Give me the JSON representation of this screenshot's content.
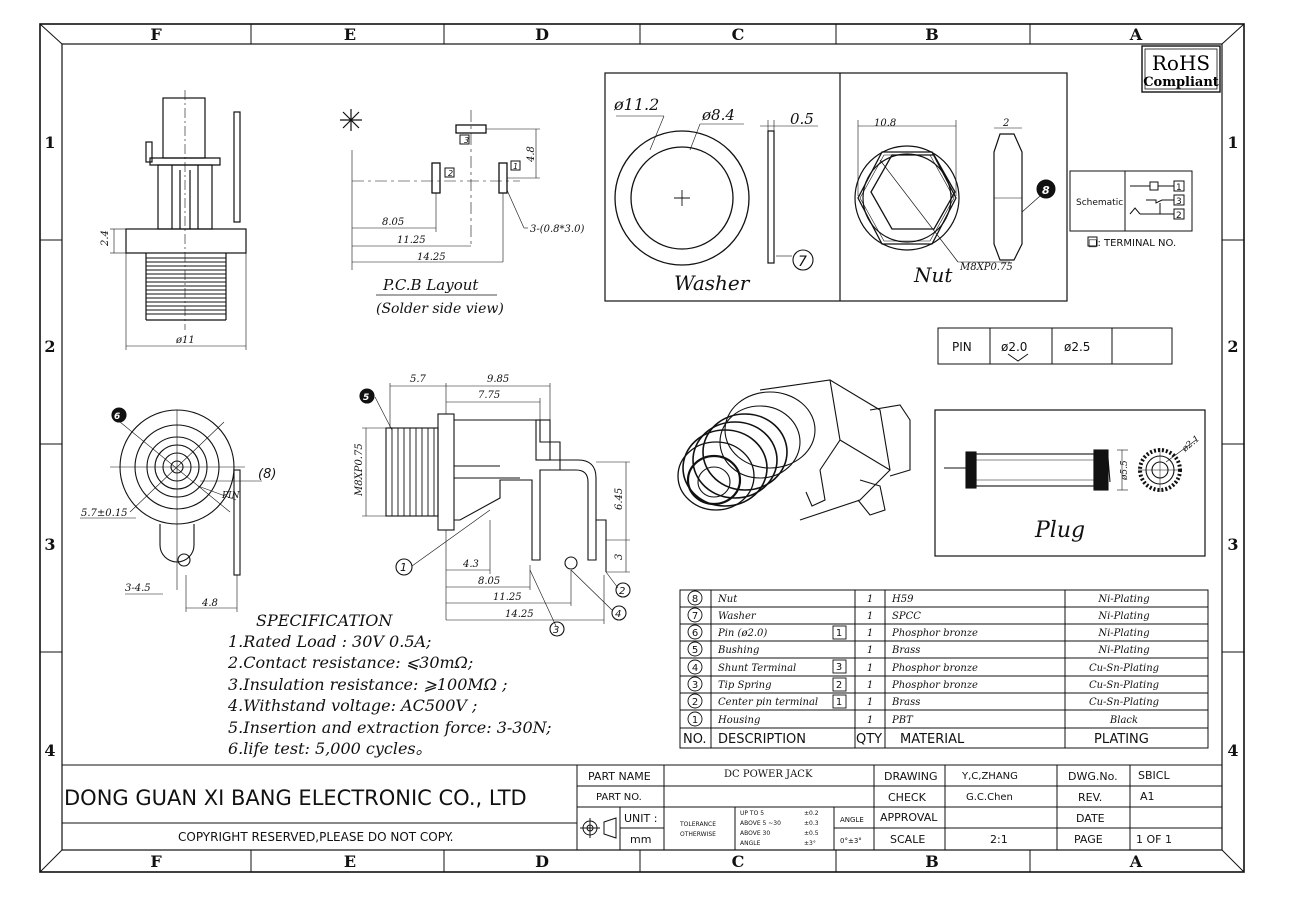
{
  "frame": {
    "columns_top": [
      "F",
      "E",
      "D",
      "C",
      "B",
      "A"
    ],
    "columns_bottom": [
      "F",
      "E",
      "D",
      "C",
      "B",
      "A"
    ],
    "rows_left": [
      "1",
      "2",
      "3",
      "4"
    ],
    "rows_right": [
      "1",
      "2",
      "3",
      "4"
    ]
  },
  "rohs": {
    "title": "RoHS",
    "subtitle": "Compliant"
  },
  "pcb": {
    "title": "P.C.B  Layout",
    "subtitle": "(Solder  side  view)",
    "dims": [
      "4.8",
      "8.05",
      "11.25",
      "14.25",
      "3-(0.8*3.0)"
    ],
    "pins": [
      "1",
      "2",
      "3"
    ]
  },
  "washer": {
    "label": "Washer",
    "dims": [
      "ø11.2",
      "ø8.4",
      "0.5"
    ],
    "callout": "7"
  },
  "nut": {
    "label": "Nut",
    "dims": [
      "10.8",
      "2",
      "M8XP0.75"
    ],
    "callout": "8"
  },
  "front_view": {
    "dims": [
      "2.4",
      "ø11"
    ]
  },
  "schematic": {
    "label": "Schematic",
    "pins": [
      "1",
      "3",
      "2"
    ],
    "legend": "□: TERMINAL NO."
  },
  "pin_table": {
    "cells": [
      "PIN",
      "ø2.0",
      "ø2.5",
      ""
    ]
  },
  "side_view": {
    "dims": [
      "5.7",
      "9.85",
      "7.75",
      "M8XP0.75",
      "6.45",
      "3",
      "4.3",
      "8.05",
      "11.25",
      "14.25"
    ],
    "callouts": [
      "5",
      "1",
      "2",
      "3",
      "4"
    ]
  },
  "bottom_view": {
    "dims": [
      "5.7±0.15",
      "3-4.5",
      "4.8"
    ],
    "labels": [
      "(8)",
      "PIN"
    ],
    "callout": "6"
  },
  "plug": {
    "label": "Plug",
    "dims": [
      "ø2.1",
      "ø5.5"
    ]
  },
  "spec": {
    "title": "SPECIFICATION",
    "items": [
      "1.Rated Load : 30V  0.5A;",
      "2.Contact resistance: ⩽30mΩ;",
      "3.Insulation resistance: ⩾100MΩ ;",
      "4.Withstand voltage: AC500V ;",
      "5.Insertion and extraction force: 3-30N;",
      "6.life test: 5,000 cycles。"
    ]
  },
  "bom": {
    "header": {
      "no": "NO.",
      "description": "DESCRIPTION",
      "qty": "QTY",
      "material": "MATERIAL",
      "plating": "PLATING"
    },
    "rows": [
      {
        "no": "8",
        "description": "Nut",
        "term": "",
        "qty": "1",
        "material": "H59",
        "plating": "Ni-Plating"
      },
      {
        "no": "7",
        "description": "Washer",
        "term": "",
        "qty": "1",
        "material": "SPCC",
        "plating": "Ni-Plating"
      },
      {
        "no": "6",
        "description": "Pin (ø2.0)",
        "term": "1",
        "qty": "1",
        "material": "Phosphor bronze",
        "plating": "Ni-Plating"
      },
      {
        "no": "5",
        "description": "Bushing",
        "term": "",
        "qty": "1",
        "material": "Brass",
        "plating": "Ni-Plating"
      },
      {
        "no": "4",
        "description": "Shunt Terminal",
        "term": "3",
        "qty": "1",
        "material": "Phosphor bronze",
        "plating": "Cu-Sn-Plating"
      },
      {
        "no": "3",
        "description": "Tip Spring",
        "term": "2",
        "qty": "1",
        "material": "Phosphor bronze",
        "plating": "Cu-Sn-Plating"
      },
      {
        "no": "2",
        "description": "Center pin terminal",
        "term": "1",
        "qty": "1",
        "material": "Brass",
        "plating": "Cu-Sn-Plating"
      },
      {
        "no": "1",
        "description": "Housing",
        "term": "",
        "qty": "1",
        "material": "PBT",
        "plating": "Black"
      }
    ]
  },
  "title_block": {
    "company": "DONG GUAN XI BANG ELECTRONIC CO., LTD",
    "copyright": "COPYRIGHT  RESERVED,PLEASE  DO  NOT  COPY.",
    "part_name_label": "PART NAME",
    "part_name": "DC POWER JACK",
    "part_no_label": "PART NO.",
    "part_no": "",
    "unit_label": "UNIT :",
    "unit": "mm",
    "tolerance_label": "TOLERANCE",
    "tolerance_sub": "OTHERWISE",
    "tol_rows": [
      "UP TO 5",
      "ABOVE 5 ~30",
      "ABOVE 30",
      "ANGLE"
    ],
    "tol_vals": [
      "±0.2",
      "±0.3",
      "±0.5",
      "±3°"
    ],
    "angle_label": "ANGLE",
    "angle_val": "0°±3°",
    "drawing_label": "DRAWING",
    "drawing": "Y,C,ZHANG",
    "check_label": "CHECK",
    "check": "G.C.Chen",
    "approval_label": "APPROVAL",
    "approval": "",
    "scale_label": "SCALE",
    "scale": "2:1",
    "dwg_no_label": "DWG.No.",
    "dwg_no": "SBICL",
    "rev_label": "REV.",
    "rev": "A1",
    "date_label": "DATE",
    "date": "",
    "page_label": "PAGE",
    "page": "1  OF  1"
  }
}
